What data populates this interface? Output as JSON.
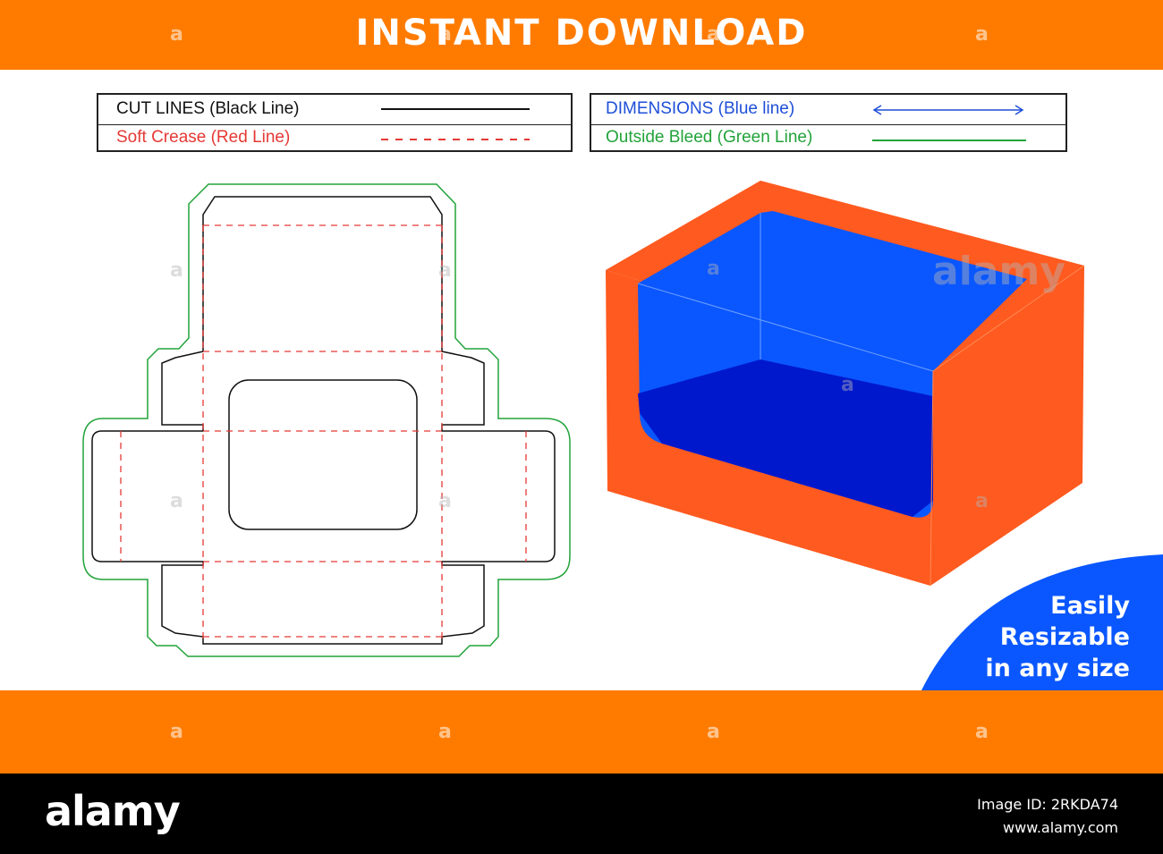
{
  "banner": {
    "title": "INSTANT DOWNLOAD",
    "watermark": "a"
  },
  "legend": {
    "cut_lines": "CUT LINES (Black Line)",
    "soft_crease": "Soft Crease (Red Line)",
    "dimensions": "DIMENSIONS (Blue line)",
    "outside_bleed": "Outside Bleed (Green Line)"
  },
  "badge": {
    "line1": "Easily",
    "line2": "Resizable",
    "line3": "in any size"
  },
  "footer": {
    "brand": "alamy",
    "image_id": "Image ID: 2RKDA74",
    "site": "www.alamy.com"
  },
  "overlay_watermark": "alamy",
  "colors": {
    "orange": "#FF7B00",
    "box_orange": "#FF5A1F",
    "box_blue": "#0A57FF",
    "box_dark_blue": "#0018CC",
    "cut_line": "#111111",
    "crease_line": "#E53935",
    "dimension_line": "#1E4FD8",
    "bleed_line": "#22A33A",
    "badge_blue": "#0A57FF"
  }
}
